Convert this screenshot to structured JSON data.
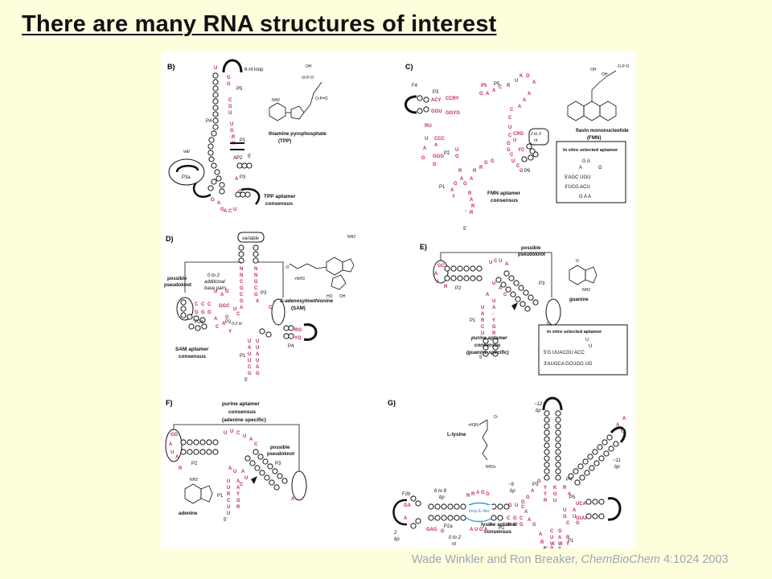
{
  "slide": {
    "title": "There are many RNA structures of interest",
    "citation": {
      "authors": "Wade Winkler and Ron Breaker, ",
      "journal": "ChemBioChem",
      "ref": " 4:1024 2003"
    }
  },
  "panels": [
    {
      "letter": "B)",
      "labels": [
        "6-nt loop",
        "P5",
        "P4",
        "P1",
        "P2",
        "P3",
        "var",
        "P3a",
        "5'"
      ],
      "ligand_name": "thiamine pyrophosphate (TPP)",
      "consensus": "TPP aptamer consensus"
    },
    {
      "letter": "C)",
      "labels": [
        "F4",
        "P3",
        "P5",
        "P2",
        "P6",
        "P1",
        "2 to 3 nt",
        "5'"
      ],
      "ligand_name": "flavin mononucleotide (FMN)",
      "consensus": "FMN aptamer consensus",
      "box_title": "In vitro selected aptamer",
      "box_lines": [
        "5'AGC  UGU",
        "3'UCG  ACU"
      ]
    },
    {
      "letter": "D)",
      "labels": [
        "variable",
        "0 to 2 additional base pairs",
        "possible pseudoknot",
        "P3",
        "P2a",
        "P2",
        "0-2 nt",
        "P4",
        "P1",
        "5'"
      ],
      "ligand_name": "S-adenosylmethionine (SAM)",
      "consensus": "SAM aptamer consensus"
    },
    {
      "letter": "E)",
      "labels": [
        "possible pseudoknot",
        "P2",
        "P3",
        "P1",
        "5'"
      ],
      "ligand_name": "guanine",
      "consensus": "purine aptamer consensus (guanine specific)",
      "box_title": "In vitro selected aptamer",
      "box_lines": [
        "5'G  UUACGU  ACC",
        "3'AUGCA GCUGG  UG"
      ]
    },
    {
      "letter": "F)",
      "labels": [
        "possible pseudoknot",
        "P2",
        "P3",
        "P1",
        "5'"
      ],
      "ligand_name": "adenine",
      "consensus": "purine aptamer consensus (adenine specific)"
    },
    {
      "letter": "G)",
      "labels": [
        "~12 bp",
        "P3",
        "P4",
        "~11 bp",
        "F2b",
        "6 to 8 bp",
        "~9 bp",
        "loop E-like",
        "P2a",
        "P2",
        "0 to 2 nt",
        "P5",
        "P1",
        "2 bp",
        "5'"
      ],
      "ligand_name": "L-lysine",
      "consensus": "lysine aptamer consensus"
    }
  ]
}
